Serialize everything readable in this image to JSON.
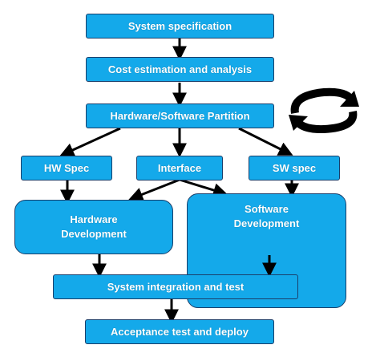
{
  "colors": {
    "box_fill": "#14a9ea",
    "box_border": "#1a3f6b",
    "text": "#ffffff",
    "arrow": "#000000"
  },
  "boxes": {
    "system_spec": "System specification",
    "cost_estimation": "Cost estimation and analysis",
    "partition": "Hardware/Software Partition",
    "hw_spec": "HW Spec",
    "interface": "Interface",
    "sw_spec": "SW spec",
    "hw_dev": "Hardware\nDevelopment",
    "sw_dev": "Software\nDevelopment",
    "integration": "System integration and test",
    "acceptance": "Acceptance test and deploy"
  },
  "icons": {
    "cycle": "circular-arrows-icon"
  }
}
